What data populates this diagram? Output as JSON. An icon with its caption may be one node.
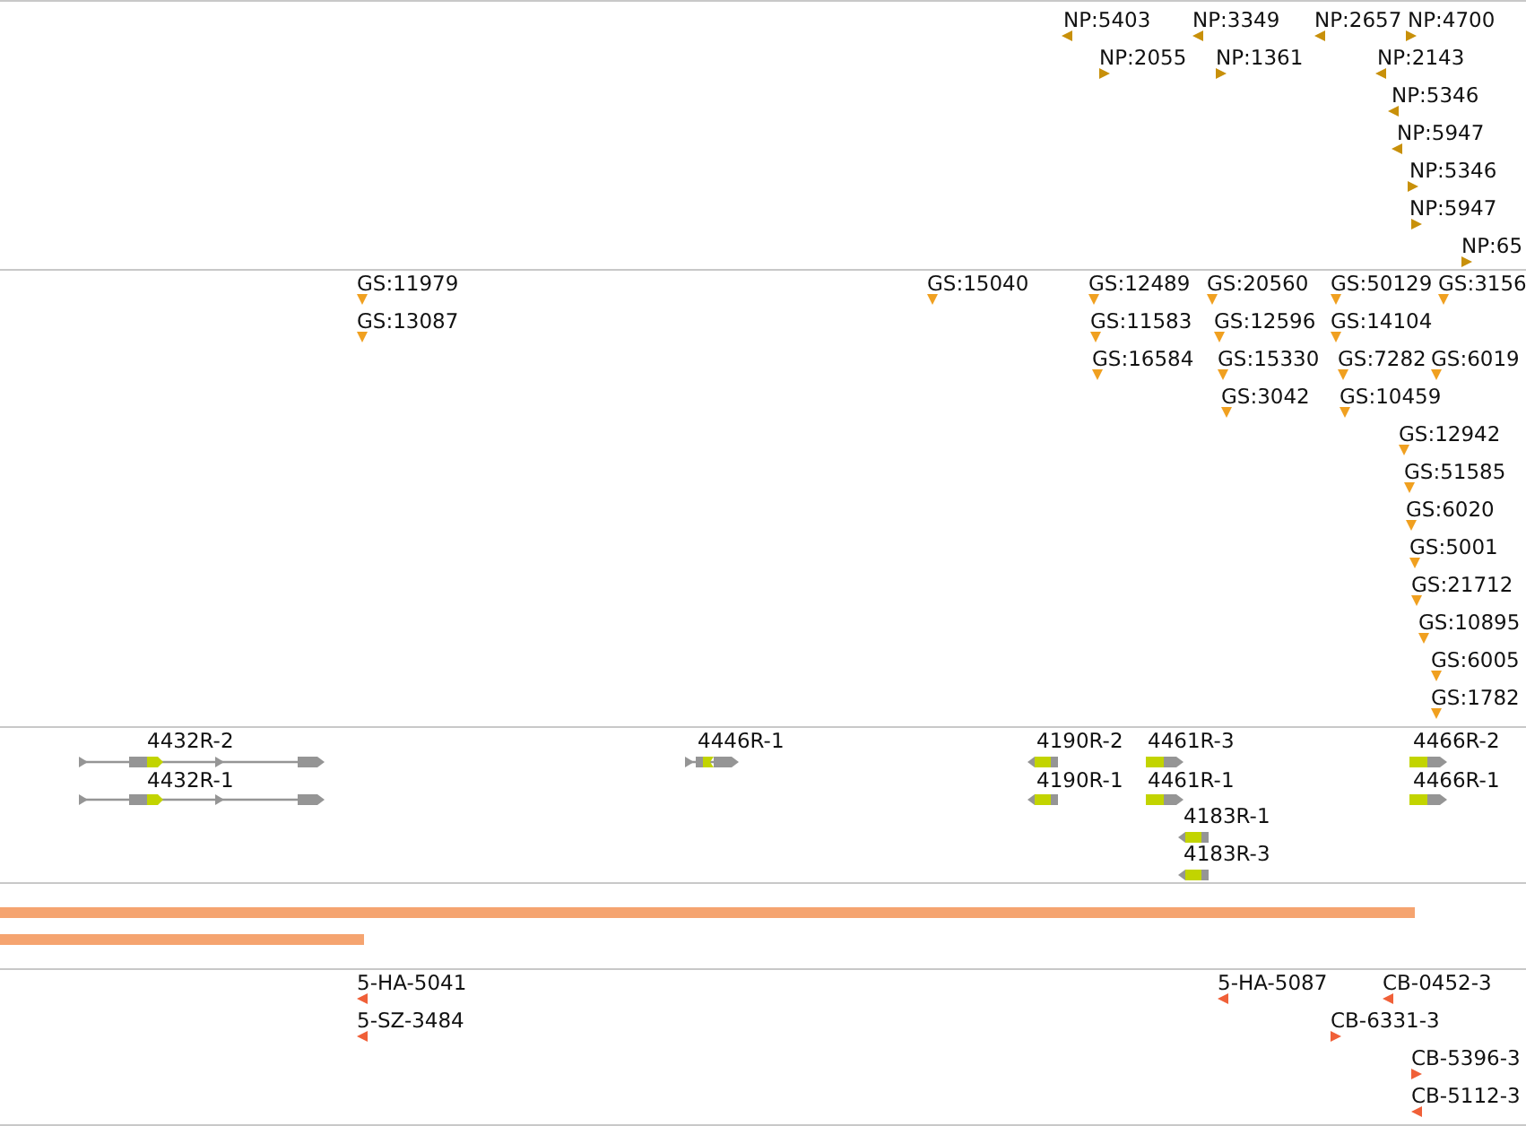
{
  "diagram": {
    "labels": [
      "NP:5403",
      "NP:3349",
      "NP:2657",
      "NP:4700",
      "NP:2055",
      "NP:1361",
      "NP:2143",
      "NP:5346",
      "NP:5947",
      "NP:5346",
      "NP:5947",
      "NP:65",
      "GS:11979",
      "GS:15040",
      "GS:12489",
      "GS:20560",
      "GS:50129",
      "GS:3156",
      "GS:13087",
      "GS:11583",
      "GS:12596",
      "GS:14104",
      "GS:16584",
      "GS:15330",
      "GS:7282",
      "GS:6019",
      "GS:3042",
      "GS:10459",
      "GS:12942",
      "GS:51585",
      "GS:6020",
      "GS:5001",
      "GS:21712",
      "GS:10895",
      "GS:6005",
      "GS:1782",
      "4432R-2",
      "4446R-1",
      "4190R-2",
      "4461R-3",
      "4466R-2",
      "4432R-1",
      "4190R-1",
      "4461R-1",
      "4466R-1",
      "4183R-1",
      "4183R-3",
      "5-HA-5041",
      "5-HA-5087",
      "CB-0452-3",
      "5-SZ-3484",
      "CB-6331-3",
      "CB-5396-3",
      "CB-5112-3"
    ]
  }
}
